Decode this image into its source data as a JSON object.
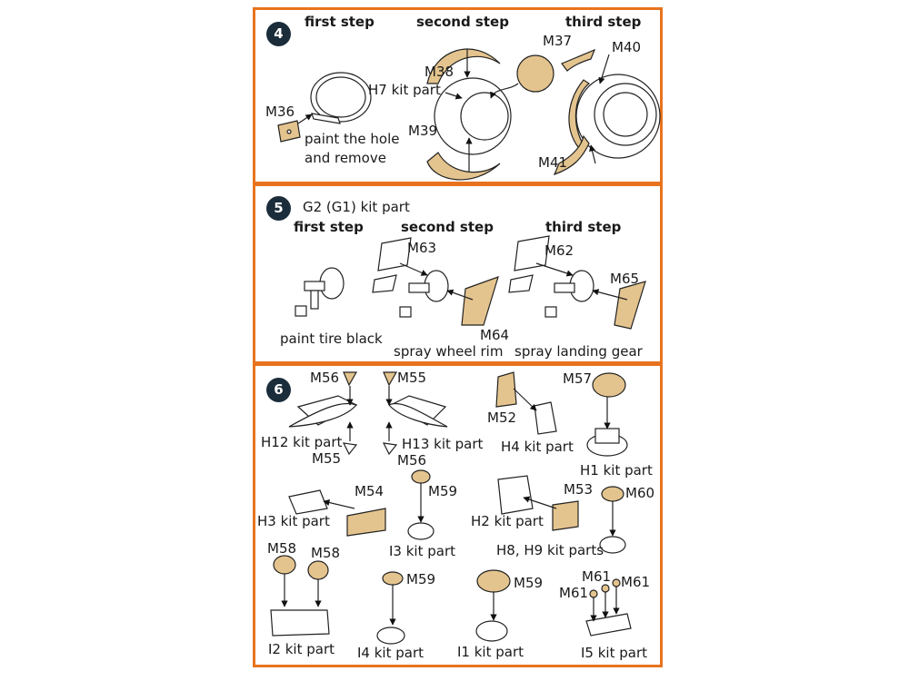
{
  "colors": {
    "border": "#e8731f",
    "photoetch": "#e4c48e",
    "badge": "#1b2c3a"
  },
  "step4": {
    "number": "4",
    "first_step": "first step",
    "second_step": "second step",
    "third_step": "third step",
    "labels": {
      "m36": "M36",
      "paint_hole": "paint the hole",
      "and_remove": "and remove",
      "m38": "M38",
      "h7": "H7 kit part",
      "m39": "M39",
      "m37": "M37",
      "m40": "M40",
      "m41": "M41"
    }
  },
  "step5": {
    "number": "5",
    "kit_part": "G2 (G1) kit part",
    "first_step": "first step",
    "second_step": "second step",
    "third_step": "third step",
    "labels": {
      "paint_tire": "paint tire black",
      "m63": "M63",
      "m64": "M64",
      "spray_rim": "spray wheel rim",
      "m62": "M62",
      "m65": "M65",
      "spray_gear": "spray landing gear"
    }
  },
  "step6": {
    "number": "6",
    "labels": {
      "m56a": "M56",
      "m55a": "M55",
      "h12": "H12 kit part",
      "m55b": "M55",
      "h13": "H13 kit part",
      "m56b": "M56",
      "m52": "M52",
      "h4": "H4 kit part",
      "m57": "M57",
      "h1": "H1 kit part",
      "m54": "M54",
      "h3": "H3 kit part",
      "m59a": "M59",
      "i3": "I3 kit part",
      "m53": "M53",
      "h2": "H2 kit part",
      "m60": "M60",
      "h8h9": "H8, H9 kit parts",
      "m58a": "M58",
      "m58b": "M58",
      "i2": "I2 kit part",
      "m59b": "M59",
      "i4": "I4 kit part",
      "m59c": "M59",
      "i1": "I1 kit part",
      "m61a": "M61",
      "m61b": "M61",
      "m61c": "M61",
      "i5": "I5 kit part"
    }
  }
}
